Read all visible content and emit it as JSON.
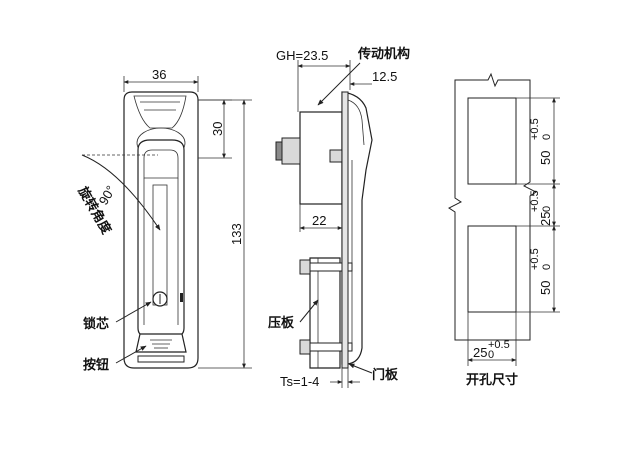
{
  "front_view": {
    "width_dim": "36",
    "top_dim": "30",
    "height_dim": "133",
    "angle": "90°",
    "rotation_label": "旋转角度",
    "lock_core_label": "锁芯",
    "button_label": "按钮"
  },
  "side_view": {
    "gh_label": "GH=23.5",
    "mechanism_label": "传动机构",
    "depth_dim": "12.5",
    "mech_width_dim": "22",
    "clamp_label": "压板",
    "ts_label": "Ts=1-4",
    "door_label": "门板"
  },
  "cutout_view": {
    "hole1_dim": "50",
    "hole1_tol_plus": "+0.5",
    "hole1_tol_zero": "0",
    "gap_dim": "25",
    "gap_tol_plus": "+0.5",
    "gap_tol_zero": "0",
    "hole2_dim": "50",
    "hole2_tol_plus": "+0.5",
    "hole2_tol_zero": "0",
    "width_dim": "25",
    "width_tol_plus": "+0.5",
    "width_tol_zero": "0",
    "caption": "开孔尺寸"
  }
}
